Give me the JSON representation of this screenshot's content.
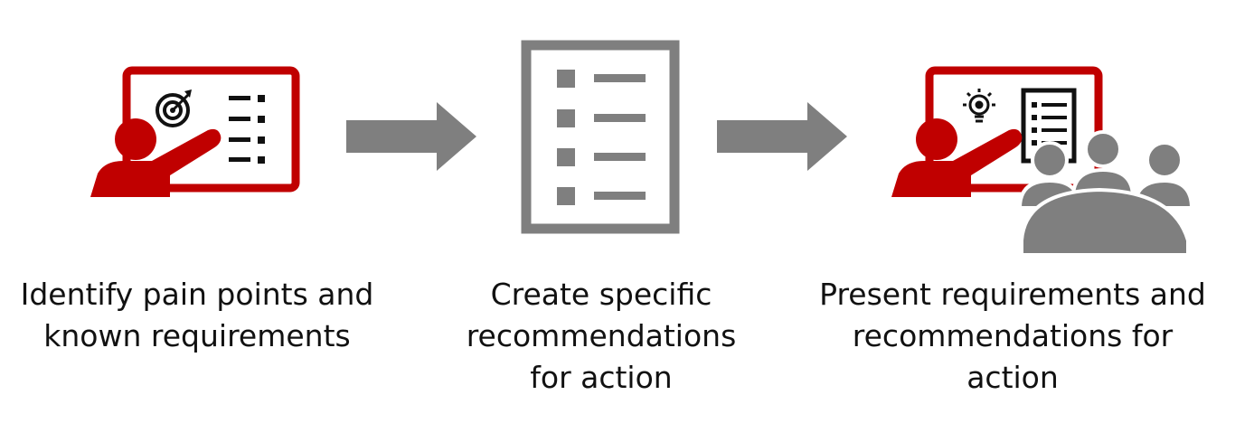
{
  "colors": {
    "accent": "#c00000",
    "gray": "#7f7f7f",
    "black": "#111111"
  },
  "steps": [
    {
      "icon": "presenter-target-board-icon",
      "lines": [
        "Identify pain points and",
        "known requirements"
      ]
    },
    {
      "icon": "checklist-document-icon",
      "lines": [
        "Create specific",
        "recommendations",
        "for action"
      ]
    },
    {
      "icon": "presenter-audience-icon",
      "lines": [
        "Present requirements and",
        "recommendations for",
        "action"
      ]
    }
  ],
  "arrows": [
    "right-arrow-icon",
    "right-arrow-icon"
  ]
}
